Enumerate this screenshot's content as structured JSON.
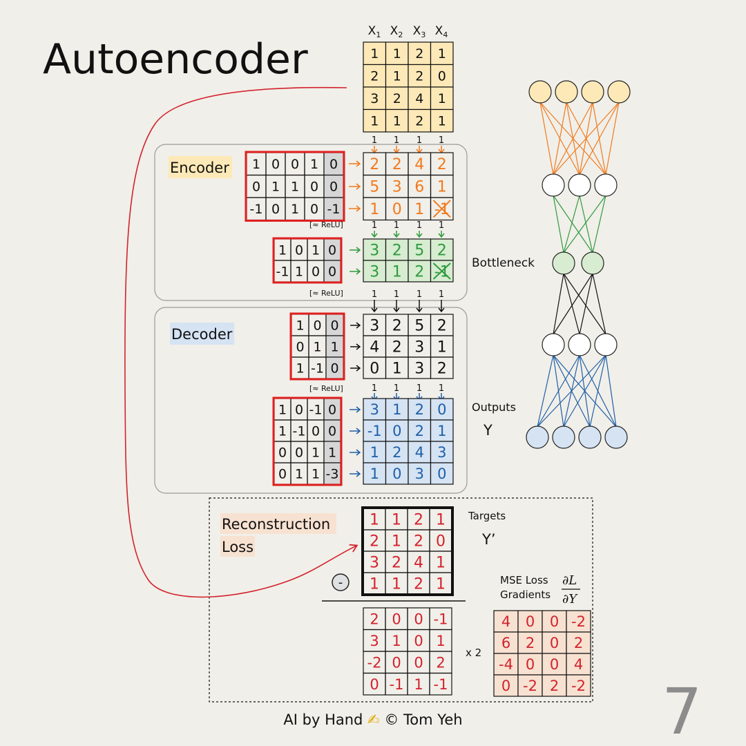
{
  "title": "Autoencoder",
  "page_number": "7",
  "footer": {
    "prefix": "AI by Hand",
    "icon": "writing-hand-icon",
    "copyright": "© Tom Yeh"
  },
  "colors": {
    "input": "#fde9b7",
    "encoder_out": "#f07a1e",
    "bottleneck": "#2e9a3e",
    "bottleneck_fill": "#d7ecd0",
    "decoder_out": "#111111",
    "output": "#1f5fa8",
    "output_fill": "#d5e3f3",
    "loss": "#d2222d",
    "loss_fill": "#f7e1d1",
    "weight_border": "#e02020",
    "bias_fill": "#d6d6d6"
  },
  "input": {
    "headers": [
      "X1",
      "X2",
      "X3",
      "X4"
    ],
    "rows": [
      [
        "1",
        "1",
        "2",
        "1"
      ],
      [
        "2",
        "1",
        "2",
        "0"
      ],
      [
        "3",
        "2",
        "4",
        "1"
      ],
      [
        "1",
        "1",
        "2",
        "1"
      ]
    ]
  },
  "encoder": {
    "label": "Encoder",
    "bias_row": [
      "1",
      "1",
      "1",
      "1"
    ],
    "layer1": {
      "weights": [
        [
          "1",
          "0",
          "0",
          "1",
          "0"
        ],
        [
          "0",
          "1",
          "1",
          "0",
          "0"
        ],
        [
          "-1",
          "0",
          "1",
          "0",
          "-1"
        ]
      ],
      "outputs": [
        [
          "2",
          "2",
          "4",
          "2"
        ],
        [
          "5",
          "3",
          "6",
          "1"
        ],
        [
          "1",
          "0",
          "1",
          "-1"
        ]
      ],
      "relu_note": "[≈ ReLU]",
      "crossed": [
        [
          2,
          3
        ]
      ]
    },
    "layer2": {
      "weights": [
        [
          "1",
          "0",
          "1",
          "0"
        ],
        [
          "-1",
          "1",
          "0",
          "0"
        ]
      ],
      "outputs": [
        [
          "3",
          "2",
          "5",
          "2"
        ],
        [
          "3",
          "1",
          "2",
          "-1"
        ]
      ],
      "relu_note": "[≈ ReLU]",
      "crossed": [
        [
          1,
          3
        ]
      ]
    }
  },
  "bottleneck_label": "Bottleneck",
  "decoder": {
    "label": "Decoder",
    "bias_row": [
      "1",
      "1",
      "1",
      "1"
    ],
    "layer1": {
      "weights": [
        [
          "1",
          "0",
          "0"
        ],
        [
          "0",
          "1",
          "1"
        ],
        [
          "1",
          "-1",
          "0"
        ]
      ],
      "outputs": [
        [
          "3",
          "2",
          "5",
          "2"
        ],
        [
          "4",
          "2",
          "3",
          "1"
        ],
        [
          "0",
          "1",
          "3",
          "2"
        ]
      ],
      "relu_note": "[≈ ReLU]"
    },
    "layer2": {
      "weights": [
        [
          "1",
          "0",
          "-1",
          "0"
        ],
        [
          "1",
          "-1",
          "0",
          "0"
        ],
        [
          "0",
          "0",
          "1",
          "1"
        ],
        [
          "0",
          "1",
          "1",
          "-3"
        ]
      ],
      "outputs": [
        [
          "3",
          "1",
          "2",
          "0"
        ],
        [
          "-1",
          "0",
          "2",
          "1"
        ],
        [
          "1",
          "2",
          "4",
          "3"
        ],
        [
          "1",
          "0",
          "3",
          "0"
        ]
      ]
    }
  },
  "outputs_label": "Outputs",
  "outputs_symbol": "Y",
  "loss": {
    "label_line1": "Reconstruction",
    "label_line2": "Loss",
    "targets_label": "Targets",
    "targets_symbol": "Y’",
    "targets": [
      [
        "1",
        "1",
        "2",
        "1"
      ],
      [
        "2",
        "1",
        "2",
        "0"
      ],
      [
        "3",
        "2",
        "4",
        "1"
      ],
      [
        "1",
        "1",
        "2",
        "1"
      ]
    ],
    "minus_sign": "-",
    "difference": [
      [
        "2",
        "0",
        "0",
        "-1"
      ],
      [
        "3",
        "1",
        "0",
        "1"
      ],
      [
        "-2",
        "0",
        "0",
        "2"
      ],
      [
        "0",
        "-1",
        "1",
        "-1"
      ]
    ],
    "times_label": "x 2",
    "gradient_label_line1": "MSE Loss",
    "gradient_label_line2": "Gradients",
    "gradient_symbol_top": "∂L",
    "gradient_symbol_bottom": "∂Y",
    "gradients": [
      [
        "4",
        "0",
        "0",
        "-2"
      ],
      [
        "6",
        "2",
        "0",
        "2"
      ],
      [
        "-4",
        "0",
        "0",
        "4"
      ],
      [
        "0",
        "-2",
        "2",
        "-2"
      ]
    ]
  },
  "network_layers": [
    4,
    3,
    2,
    3,
    4
  ]
}
